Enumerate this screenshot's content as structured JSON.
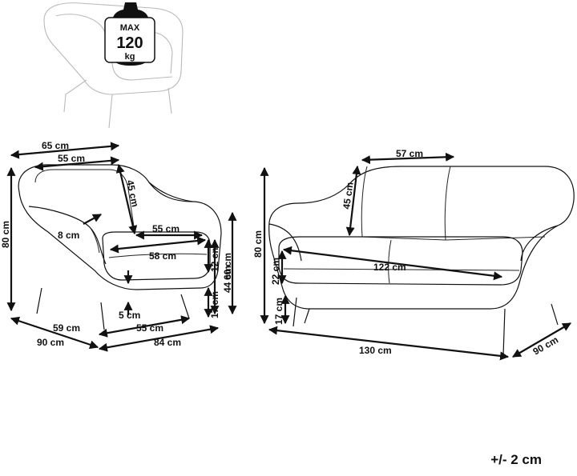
{
  "badge": {
    "line1": "MAX",
    "line2": "120",
    "line3": "kg"
  },
  "armchair": {
    "width_outer": "65 cm",
    "width_inner": "55 cm",
    "back_height": "45 cm",
    "height": "80 cm",
    "arm_width": "8 cm",
    "seat_depth": "55 cm",
    "seat_width": "58 cm",
    "seat_thickness": "12 cm",
    "leg_height": "17 cm",
    "arm_height": "60 cm",
    "seat_height": "44 cm",
    "gap": "5 cm",
    "depth_inner": "59 cm",
    "depth_outer": "90 cm",
    "base_inner": "55 cm",
    "base_outer": "84 cm"
  },
  "sofa": {
    "back_cushion": "57 cm",
    "back_height": "45 cm",
    "height": "80 cm",
    "seat_width": "122 cm",
    "seat_thickness": "22 cm",
    "leg_height": "17 cm",
    "width": "130 cm",
    "depth": "90 cm"
  },
  "tolerance": "+/- 2 cm"
}
